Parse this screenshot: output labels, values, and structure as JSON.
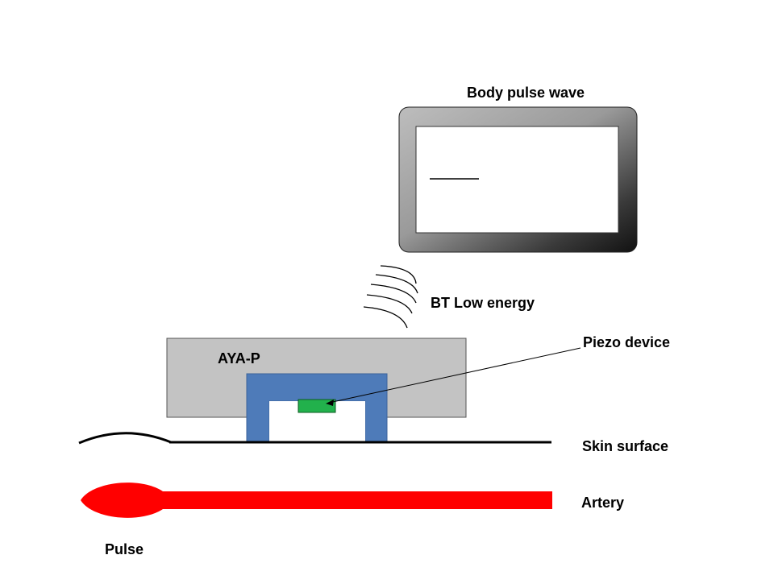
{
  "labels": {
    "display_title": "Body pulse wave",
    "bt": "BT Low energy",
    "device": "AYA-P",
    "piezo": "Piezo device",
    "skin": "Skin surface",
    "artery": "Artery",
    "pulse": "Pulse"
  },
  "colors": {
    "device_body": "#c3c3c3",
    "sensor_frame": "#4e7bb9",
    "piezo": "#22b14c",
    "artery": "#ff0000",
    "skin_line": "#000000"
  }
}
